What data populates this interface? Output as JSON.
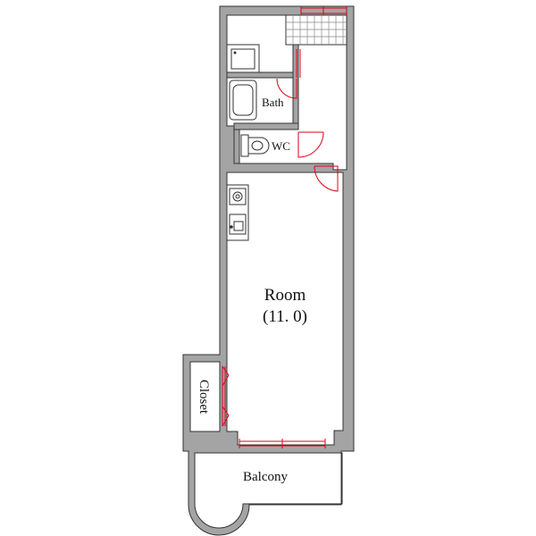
{
  "rooms": {
    "bath": "Bath",
    "wc": "WC",
    "room": "Room",
    "room_size": "(11. 0)",
    "closet": "Closet",
    "balcony": "Balcony"
  },
  "colors": {
    "wall": "#a4a4a4",
    "outline": "#333333",
    "door": "#e0001a",
    "floor": "#ffffff"
  }
}
